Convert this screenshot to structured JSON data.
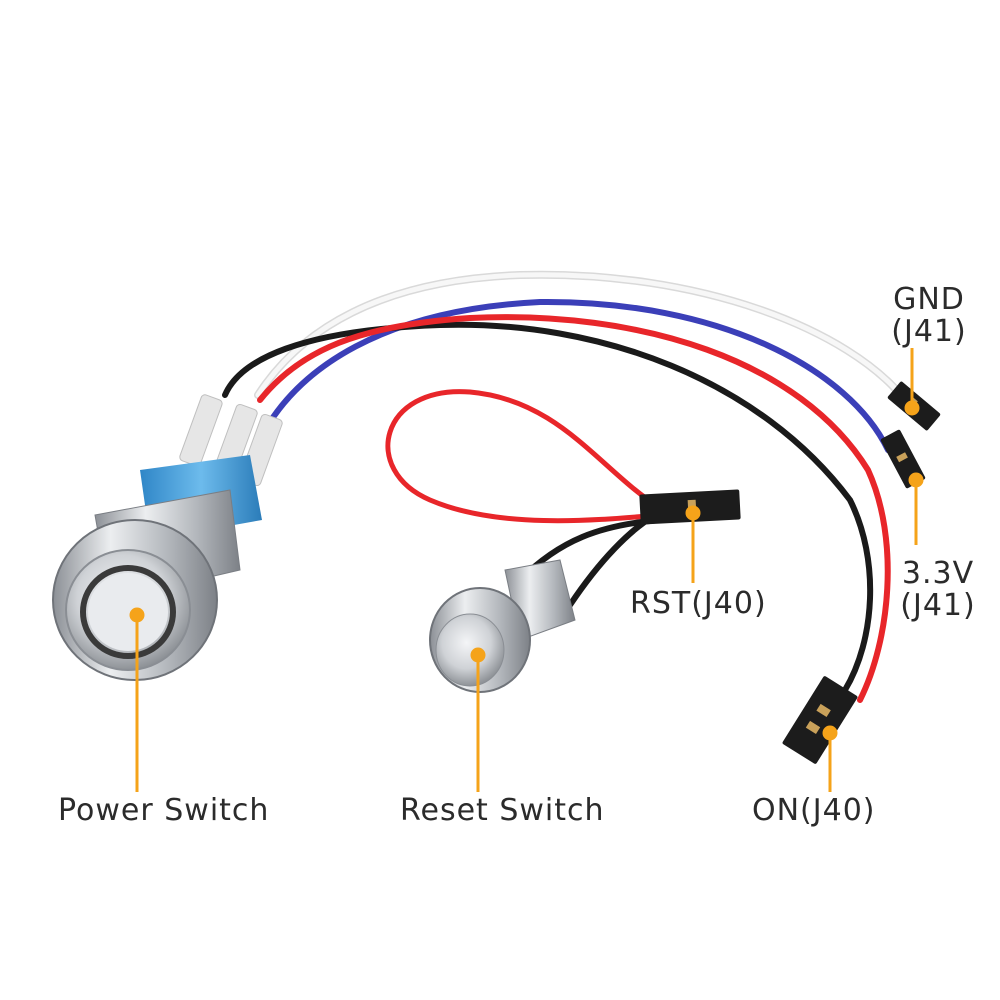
{
  "labels": {
    "power_switch": "Power Switch",
    "reset_switch": "Reset Switch",
    "rst": "RST(J40)",
    "on": "ON(J40)",
    "gnd_line1": "GND",
    "gnd_line2": "(J41)",
    "v33_line1": "3.3V",
    "v33_line2": "(J41)"
  },
  "colors": {
    "callout": "#f5a31a",
    "label_text": "#2b2b2b",
    "wire_red": "#e8262a",
    "wire_black": "#1a1a1a",
    "wire_blue": "#3b3fb8",
    "wire_white": "#f2f2f2",
    "housing_blue": "#3d9ad6",
    "chrome": "#c9ccd0",
    "led_ring": "#3a3a3a",
    "connector": "#1c1c1c"
  }
}
